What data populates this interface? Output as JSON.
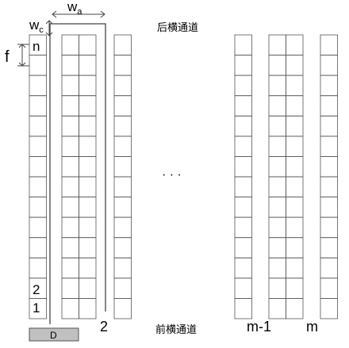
{
  "labels": {
    "rear_aisle": "后横通道",
    "front_aisle": "前横通道",
    "aisle_width": "w",
    "aisle_width_sub": "a",
    "cross_aisle_width": "w",
    "cross_aisle_width_sub": "c",
    "slot_depth": "f",
    "depot": "D",
    "aisle_2": "2",
    "aisle_m_minus_1": "m-1",
    "aisle_m": "m",
    "ellipsis": "· · ·",
    "slot_top": "n",
    "slot_2": "2",
    "slot_1": "1"
  },
  "layout_info": {
    "rows_per_rack": 14,
    "groups": [
      {
        "name": "left-group",
        "racks": [
          1,
          2,
          1
        ]
      },
      {
        "name": "right-group",
        "racks": [
          1,
          2,
          1
        ]
      }
    ]
  },
  "colors": {
    "line": "#555555",
    "depot_fill": "#c0c0c0",
    "text": "#000000"
  }
}
